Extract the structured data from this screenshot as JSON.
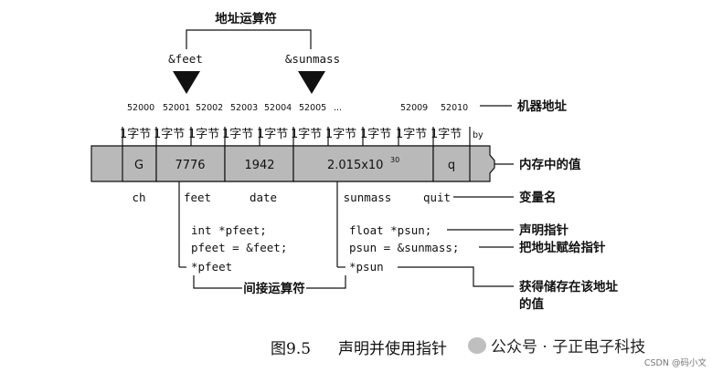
{
  "top_label": "地址运算符",
  "pointers": [
    "&feet",
    "&sunmass"
  ],
  "addresses": [
    "52000",
    "52001",
    "52002",
    "52003",
    "52004",
    "52005",
    "...",
    "52009",
    "52010"
  ],
  "byte_label": "1字节",
  "by_label": "by",
  "cells": [
    "G",
    "7776",
    "1942",
    "2.015x10",
    "q"
  ],
  "exponent": "30",
  "var_names": [
    "ch",
    "feet",
    "date",
    "sunmass",
    "quit"
  ],
  "code_left": [
    "int *pfeet;",
    "pfeet = &feet;",
    "*pfeet"
  ],
  "code_right": [
    "float *psun;",
    "psun = &sunmass;",
    "*psun"
  ],
  "indirect_label": "间接运算符",
  "right_labels": {
    "machine_address": "机器地址",
    "memory_value": "内存中的值",
    "var_name": "变量名",
    "declare_pointer": "声明指针",
    "assign_pointer": "把地址赋给指针",
    "get_value_line1": "获得储存在该地址",
    "get_value_line2": "的值"
  },
  "caption_number": "图9.5",
  "caption_text": "声明并使用指针",
  "watermark": "公众号 · 子正电子科技",
  "csdn": "CSDN @码小文"
}
